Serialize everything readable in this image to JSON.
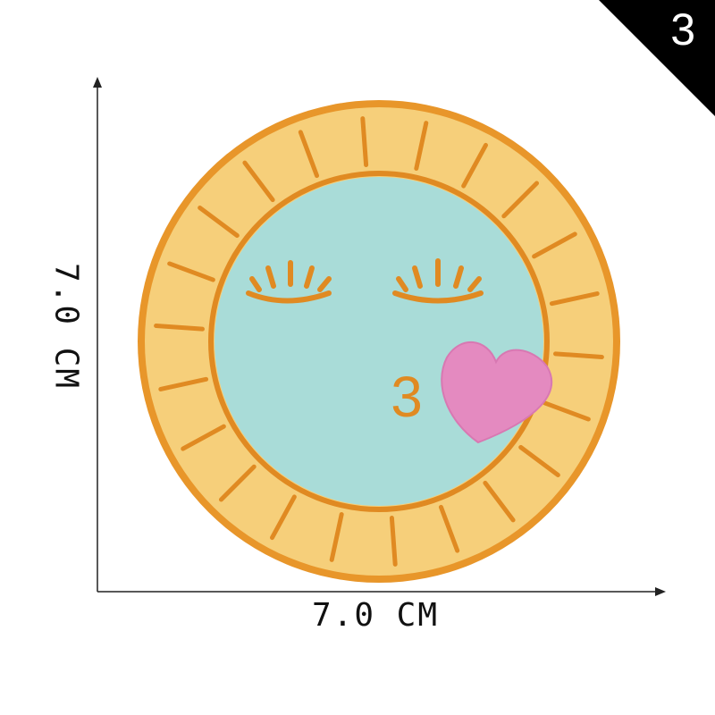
{
  "badge": {
    "number": "3"
  },
  "dimensions": {
    "width_label": "7.0 CM",
    "height_label": "7.0 CM"
  },
  "patch": {
    "subject": "embroidered sun face patch",
    "colors": {
      "border": "#e8962a",
      "felt": "#f6cf7a",
      "face": "#a9dcd8",
      "heart": "#e48ac0",
      "stitch": "#e08a22"
    },
    "mouth_glyph": "3"
  }
}
